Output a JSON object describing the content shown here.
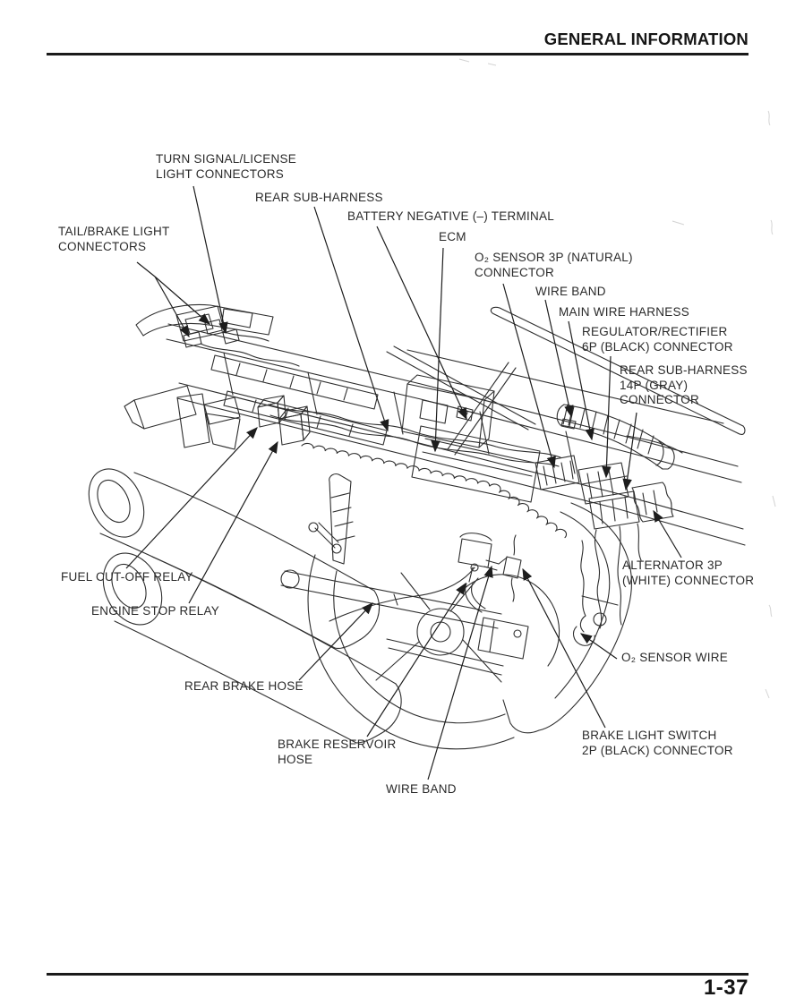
{
  "header": {
    "title": "GENERAL INFORMATION"
  },
  "footer": {
    "page_number": "1-37"
  },
  "diagram": {
    "description": "Rear sub-frame wiring harness routing illustration",
    "labels": {
      "turn_signal_license": "TURN SIGNAL/LICENSE\nLIGHT CONNECTORS",
      "tail_brake": "TAIL/BRAKE LIGHT\nCONNECTORS",
      "rear_sub_harness": "REAR SUB-HARNESS",
      "battery_negative": "BATTERY NEGATIVE (–) TERMINAL",
      "ecm": "ECM",
      "o2_sensor_3p": "O₂ SENSOR 3P (NATURAL)\nCONNECTOR",
      "wire_band_top": "WIRE BAND",
      "main_wire_harness": "MAIN WIRE HARNESS",
      "regulator_rectifier": "REGULATOR/RECTIFIER\n6P (BLACK) CONNECTOR",
      "rear_sub_harness_14p": "REAR SUB-HARNESS\n14P (GRAY)\nCONNECTOR",
      "alternator_3p": "ALTERNATOR 3P\n(WHITE) CONNECTOR",
      "o2_sensor_wire": "O₂ SENSOR WIRE",
      "brake_light_switch": "BRAKE LIGHT SWITCH\n2P (BLACK) CONNECTOR",
      "wire_band_bottom": "WIRE BAND",
      "brake_reservoir_hose": "BRAKE RESERVOIR\nHOSE",
      "rear_brake_hose": "REAR BRAKE HOSE",
      "engine_stop_relay": "ENGINE STOP RELAY",
      "fuel_cut_off_relay": "FUEL CUT-OFF RELAY"
    }
  },
  "colors": {
    "ink": "#1d1d1d",
    "paper": "#ffffff"
  }
}
